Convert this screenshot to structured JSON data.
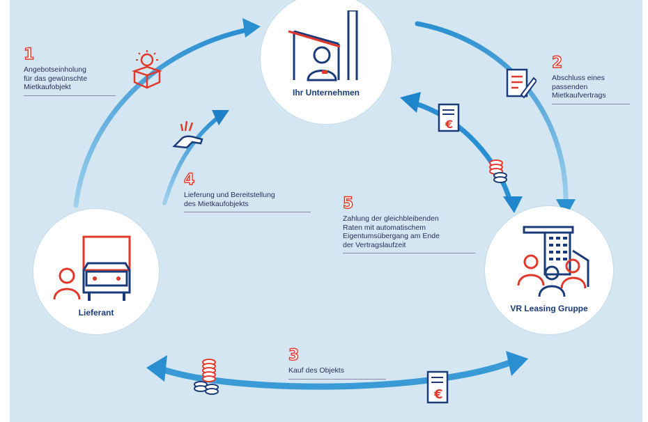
{
  "nodes": {
    "company": {
      "label": "Ihr Unternehmen"
    },
    "supplier": {
      "label": "Lieferant"
    },
    "leasing": {
      "label": "VR Leasing Gruppe"
    }
  },
  "steps": [
    {
      "number": "1",
      "lines": [
        "Angebotseinholung",
        "für das gewünschte",
        "Mietkaufobjekt"
      ]
    },
    {
      "number": "2",
      "lines": [
        "Abschluss eines",
        "passenden",
        "Mietkaufvertrags"
      ]
    },
    {
      "number": "3",
      "lines": [
        "Kauf des Objekts"
      ]
    },
    {
      "number": "4",
      "lines": [
        "Lieferung und Bereitstellung",
        "des Mietkaufobjekts"
      ]
    },
    {
      "number": "5",
      "lines": [
        "Zahlung der gleichbleibenden",
        "Raten mit automatischem",
        "Eigentumsübergang am Ende",
        "der Vertragslaufzeit"
      ]
    }
  ],
  "colors": {
    "background": "#d4e6f1",
    "arrow": "#2a8fd0",
    "navy": "#1a3b7a",
    "red": "#e2382b"
  },
  "icons": [
    "lightbulb-box-icon",
    "contract-pen-icon",
    "invoice-euro-icon",
    "coins-icon",
    "hand-receive-icon",
    "truck-icon",
    "building-people-icon",
    "person-icon"
  ]
}
